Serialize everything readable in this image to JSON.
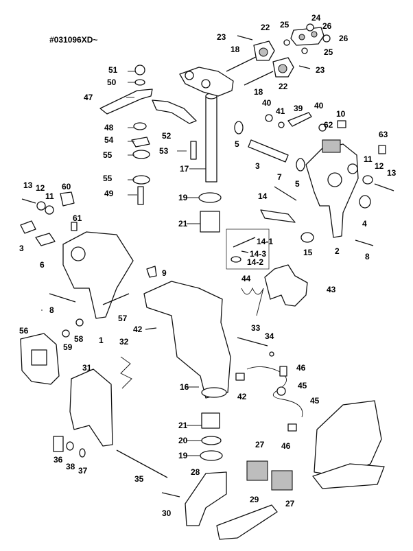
{
  "diagram": {
    "code": "#031096XD~",
    "callouts": [
      "1",
      "2",
      "3",
      "4",
      "5",
      "6",
      "7",
      "8",
      "9",
      "10",
      "11",
      "12",
      "13",
      "14",
      "14-1",
      "14-2",
      "14-3",
      "15",
      "16",
      "17",
      "18",
      "19",
      "20",
      "21",
      "22",
      "23",
      "24",
      "25",
      "26",
      "27",
      "28",
      "29",
      "30",
      "31",
      "32",
      "33",
      "34",
      "35",
      "36",
      "37",
      "38",
      "39",
      "40",
      "41",
      "42",
      "43",
      "44",
      "45",
      "46",
      "47",
      "48",
      "49",
      "50",
      "51",
      "52",
      "53",
      "54",
      "55",
      "56",
      "57",
      "58",
      "59",
      "60",
      "61",
      "62",
      "63"
    ]
  }
}
